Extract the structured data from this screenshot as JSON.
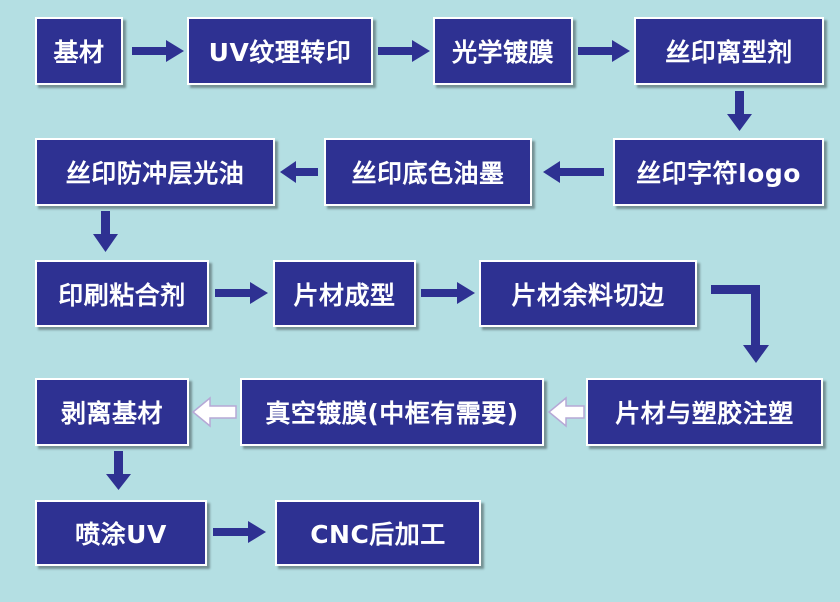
{
  "flowchart": {
    "steps": [
      "基材",
      "UV纹理转印",
      "光学镀膜",
      "丝印离型剂",
      "丝印字符logo",
      "丝印底色油墨",
      "丝印防冲层光油",
      "印刷粘合剂",
      "片材成型",
      "片材余料切边",
      "片材与塑胶注塑",
      "真空镀膜(中框有需要)",
      "剥离基材",
      "喷涂UV",
      "CNC后加工"
    ]
  },
  "colors": {
    "background": "#b4dfe3",
    "box_fill": "#2e3192",
    "box_text": "#ffffff",
    "arrow_solid": "#2e3192",
    "arrow_hollow": "#ffffff"
  }
}
